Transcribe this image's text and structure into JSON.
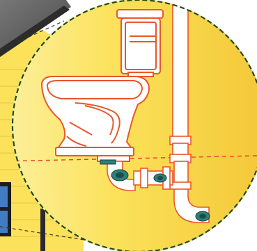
{
  "scene": {
    "subject": "",
    "parts": [
      {
        "id": "tank",
        "icon": "toilet-tank-icon"
      },
      {
        "id": "bowl",
        "icon": "toilet-bowl-icon"
      },
      {
        "id": "vent_stack",
        "icon": "vent-pipe-icon"
      },
      {
        "id": "drain_trap",
        "icon": "drain-pipe-icon"
      },
      {
        "id": "couplings",
        "icon": "pipe-coupling-icon"
      }
    ]
  },
  "colors": {
    "wall_yellow": "#fbe25a",
    "wall_yellow_light": "#fdf0a0",
    "wall_yellow_shade": "#f4c93a",
    "roof_gray": "#4a4a4a",
    "roof_trim": "#2c2c2c",
    "outline_orange": "#e8572a",
    "fixture_white": "#ffffff",
    "pipe_white": "#ffffff",
    "coupling_teal": "#2f7f79",
    "circle_border_green": "#1f4a1f",
    "floor_line_red": "#e0402a",
    "window_blue": "#3f7cc4",
    "window_frame": "#1d1d1d",
    "callout_line": "#333333"
  }
}
